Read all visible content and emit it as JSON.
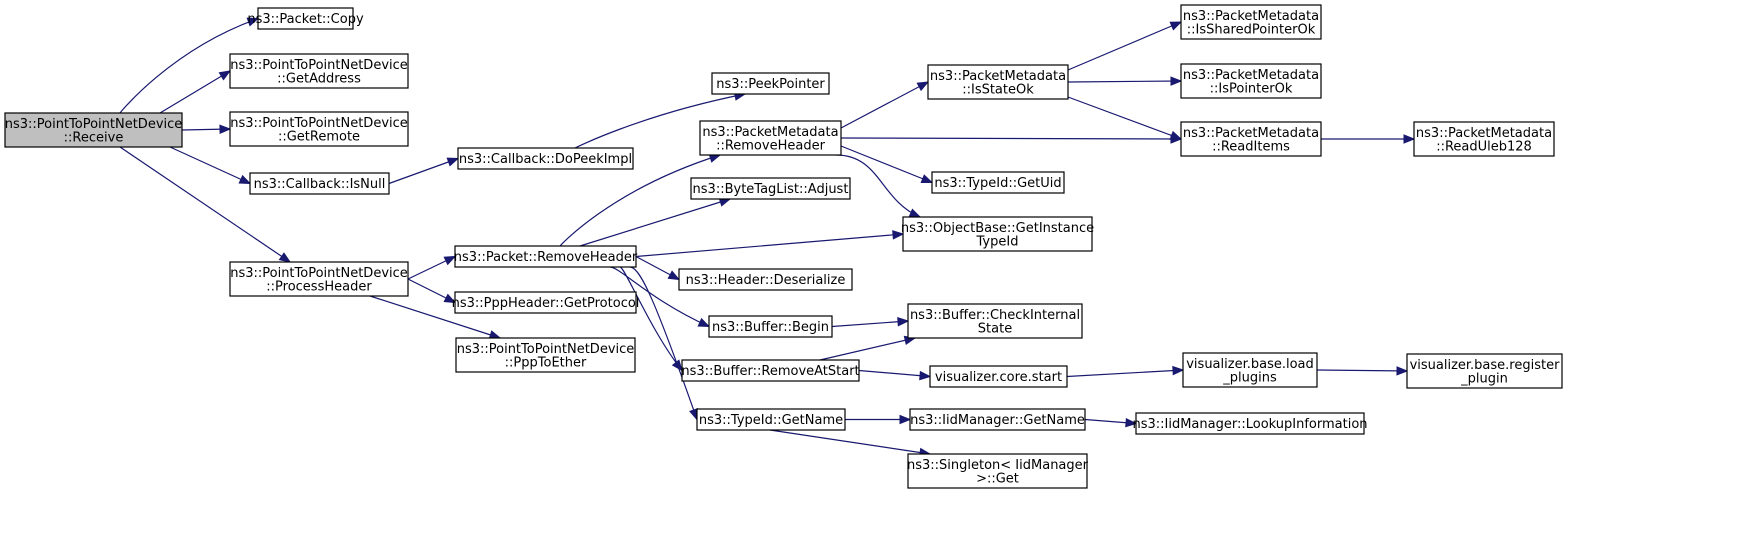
{
  "nodes": [
    {
      "id": "receive",
      "lines": [
        "ns3::PointToPointNetDevice",
        "::Receive"
      ],
      "root": true
    },
    {
      "id": "copy",
      "lines": [
        "ns3::Packet::Copy"
      ]
    },
    {
      "id": "getaddress",
      "lines": [
        "ns3::PointToPointNetDevice",
        "::GetAddress"
      ]
    },
    {
      "id": "getremote",
      "lines": [
        "ns3::PointToPointNetDevice",
        "::GetRemote"
      ]
    },
    {
      "id": "isnull",
      "lines": [
        "ns3::Callback::IsNull"
      ]
    },
    {
      "id": "processheader",
      "lines": [
        "ns3::PointToPointNetDevice",
        "::ProcessHeader"
      ]
    },
    {
      "id": "dopeekimpl",
      "lines": [
        "ns3::Callback::DoPeekImpl"
      ]
    },
    {
      "id": "removeheader",
      "lines": [
        "ns3::Packet::RemoveHeader"
      ]
    },
    {
      "id": "getprotocol",
      "lines": [
        "ns3::PppHeader::GetProtocol"
      ]
    },
    {
      "id": "pptoether",
      "lines": [
        "ns3::PointToPointNetDevice",
        "::PppToEther"
      ]
    },
    {
      "id": "peekpointer",
      "lines": [
        "ns3::PeekPointer"
      ]
    },
    {
      "id": "pm_removeheader",
      "lines": [
        "ns3::PacketMetadata",
        "::RemoveHeader"
      ]
    },
    {
      "id": "adjust",
      "lines": [
        "ns3::ByteTagList::Adjust"
      ]
    },
    {
      "id": "deserialize",
      "lines": [
        "ns3::Header::Deserialize"
      ]
    },
    {
      "id": "begin",
      "lines": [
        "ns3::Buffer::Begin"
      ]
    },
    {
      "id": "removeatstart",
      "lines": [
        "ns3::Buffer::RemoveAtStart"
      ]
    },
    {
      "id": "typeid_getname",
      "lines": [
        "ns3::TypeId::GetName"
      ]
    },
    {
      "id": "isstateok",
      "lines": [
        "ns3::PacketMetadata",
        "::IsStateOk"
      ]
    },
    {
      "id": "getuid",
      "lines": [
        "ns3::TypeId::GetUid"
      ]
    },
    {
      "id": "getinstancetypeid",
      "lines": [
        "ns3::ObjectBase::GetInstance",
        "TypeId"
      ]
    },
    {
      "id": "checkinternalstate",
      "lines": [
        "ns3::Buffer::CheckInternal",
        "State"
      ]
    },
    {
      "id": "coresstart",
      "lines": [
        "visualizer.core.start"
      ]
    },
    {
      "id": "iid_getname",
      "lines": [
        "ns3::IidManager::GetName"
      ]
    },
    {
      "id": "singleton_get",
      "lines": [
        "ns3::Singleton< IidManager",
        ">::Get"
      ]
    },
    {
      "id": "issharedpointerok",
      "lines": [
        "ns3::PacketMetadata",
        "::IsSharedPointerOk"
      ]
    },
    {
      "id": "ispointerok",
      "lines": [
        "ns3::PacketMetadata",
        "::IsPointerOk"
      ]
    },
    {
      "id": "readitems",
      "lines": [
        "ns3::PacketMetadata",
        "::ReadItems"
      ]
    },
    {
      "id": "loadplugins",
      "lines": [
        "visualizer.base.load",
        "_plugins"
      ]
    },
    {
      "id": "lookupinformation",
      "lines": [
        "ns3::IidManager::LookupInformation"
      ]
    },
    {
      "id": "readuleb128",
      "lines": [
        "ns3::PacketMetadata",
        "::ReadUleb128"
      ]
    },
    {
      "id": "registerplugin",
      "lines": [
        "visualizer.base.register",
        "_plugin"
      ]
    }
  ],
  "edges": [
    [
      "receive",
      "copy"
    ],
    [
      "receive",
      "getaddress"
    ],
    [
      "receive",
      "getremote"
    ],
    [
      "receive",
      "isnull"
    ],
    [
      "receive",
      "processheader"
    ],
    [
      "isnull",
      "dopeekimpl"
    ],
    [
      "dopeekimpl",
      "peekpointer"
    ],
    [
      "processheader",
      "removeheader"
    ],
    [
      "processheader",
      "getprotocol"
    ],
    [
      "processheader",
      "pptoether"
    ],
    [
      "removeheader",
      "pm_removeheader"
    ],
    [
      "removeheader",
      "adjust"
    ],
    [
      "removeheader",
      "getinstancetypeid"
    ],
    [
      "removeheader",
      "deserialize"
    ],
    [
      "removeheader",
      "begin"
    ],
    [
      "removeheader",
      "removeatstart"
    ],
    [
      "removeheader",
      "typeid_getname"
    ],
    [
      "pm_removeheader",
      "isstateok"
    ],
    [
      "pm_removeheader",
      "readitems"
    ],
    [
      "pm_removeheader",
      "getuid"
    ],
    [
      "pm_removeheader",
      "getinstancetypeid"
    ],
    [
      "isstateok",
      "issharedpointerok"
    ],
    [
      "isstateok",
      "ispointerok"
    ],
    [
      "isstateok",
      "readitems"
    ],
    [
      "readitems",
      "readuleb128"
    ],
    [
      "begin",
      "checkinternalstate"
    ],
    [
      "removeatstart",
      "checkinternalstate"
    ],
    [
      "removeatstart",
      "coresstart"
    ],
    [
      "coresstart",
      "loadplugins"
    ],
    [
      "loadplugins",
      "registerplugin"
    ],
    [
      "typeid_getname",
      "iid_getname"
    ],
    [
      "typeid_getname",
      "singleton_get"
    ],
    [
      "iid_getname",
      "lookupinformation"
    ]
  ]
}
